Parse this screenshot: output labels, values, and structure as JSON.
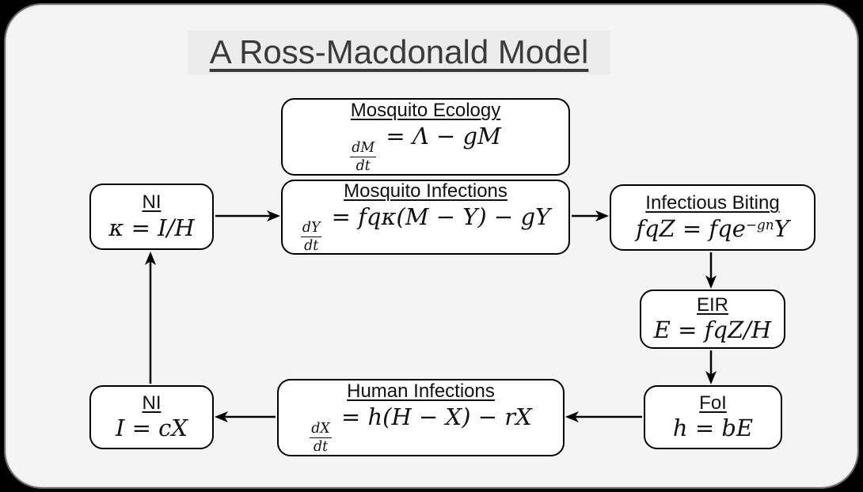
{
  "title": "A Ross-Macdonald Model",
  "colors": {
    "canvas_bg": "#f4f4f4",
    "frame_border": "#6a6a6a",
    "title_bg": "#ececec",
    "title_text": "#3a3a3a",
    "box_bg": "#ffffff",
    "box_border": "#000000",
    "text": "#111111",
    "arrow": "#000000"
  },
  "nodes": {
    "mosquito_ecology": {
      "label": "Mosquito Ecology",
      "eq": [
        {
          "frac": [
            "dM",
            "dt"
          ]
        },
        {
          "text": " = Λ − gM"
        }
      ]
    },
    "mosquito_infections": {
      "label": "Mosquito Infections",
      "eq": [
        {
          "frac": [
            "dY",
            "dt"
          ]
        },
        {
          "text": " = fqκ(M − Y) − gY"
        }
      ]
    },
    "ni_kappa": {
      "label": "NI",
      "eq": [
        {
          "text": "κ = I/H"
        }
      ]
    },
    "infectious_biting": {
      "label": "Infectious Biting",
      "eq": [
        {
          "text": "fqZ = fqe"
        },
        {
          "sup": "−gn"
        },
        {
          "text": "Y"
        }
      ]
    },
    "eir": {
      "label": "EIR",
      "eq": [
        {
          "text": "E = fqZ/H"
        }
      ]
    },
    "foi": {
      "label": "FoI",
      "eq": [
        {
          "text": "h = bE"
        }
      ]
    },
    "human_infections": {
      "label": "Human Infections",
      "eq": [
        {
          "frac": [
            "dX",
            "dt"
          ]
        },
        {
          "text": " = h(H − X) − rX"
        }
      ]
    },
    "ni_i": {
      "label": "NI",
      "eq": [
        {
          "text": "I = cX"
        }
      ]
    }
  }
}
